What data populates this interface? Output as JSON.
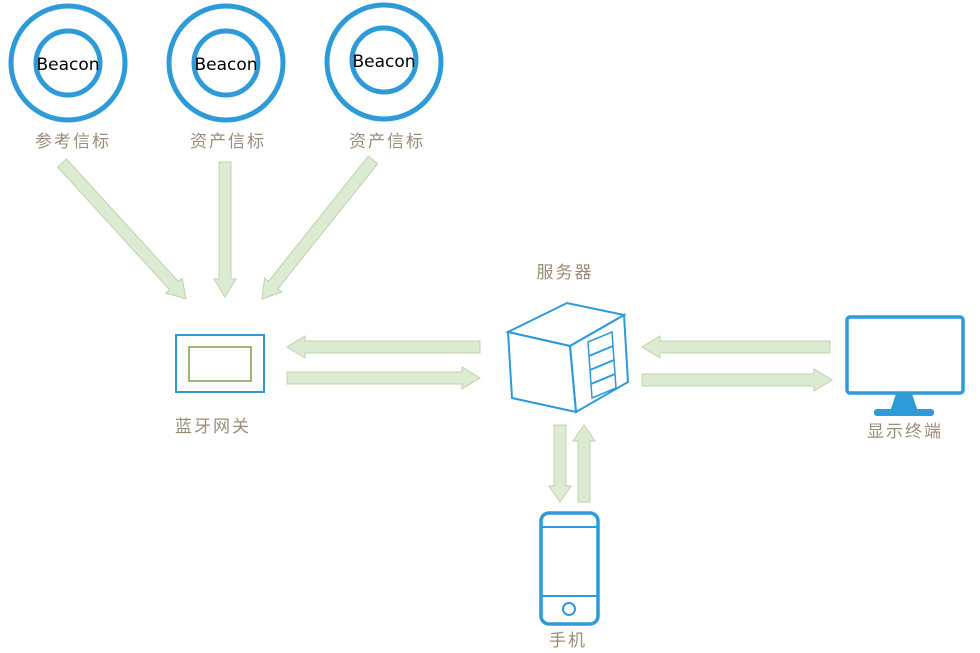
{
  "diagram": {
    "beacons": [
      {
        "label": "Beacon",
        "caption": "参考信标"
      },
      {
        "label": "Beacon",
        "caption": "资产信标"
      },
      {
        "label": "Beacon",
        "caption": "资产信标"
      }
    ],
    "nodes": {
      "gateway": "蓝牙网关",
      "server": "服务器",
      "display": "显示终端",
      "phone": "手机"
    },
    "colors": {
      "shape_blue": "#2e9ad7",
      "arrow_fill": "#ddebd2",
      "arrow_stroke": "#bdd4ab",
      "caption_text": "#9c8c77",
      "gateway_inner_rect": "#7f9e4a",
      "beacon_text": "#000000"
    }
  }
}
